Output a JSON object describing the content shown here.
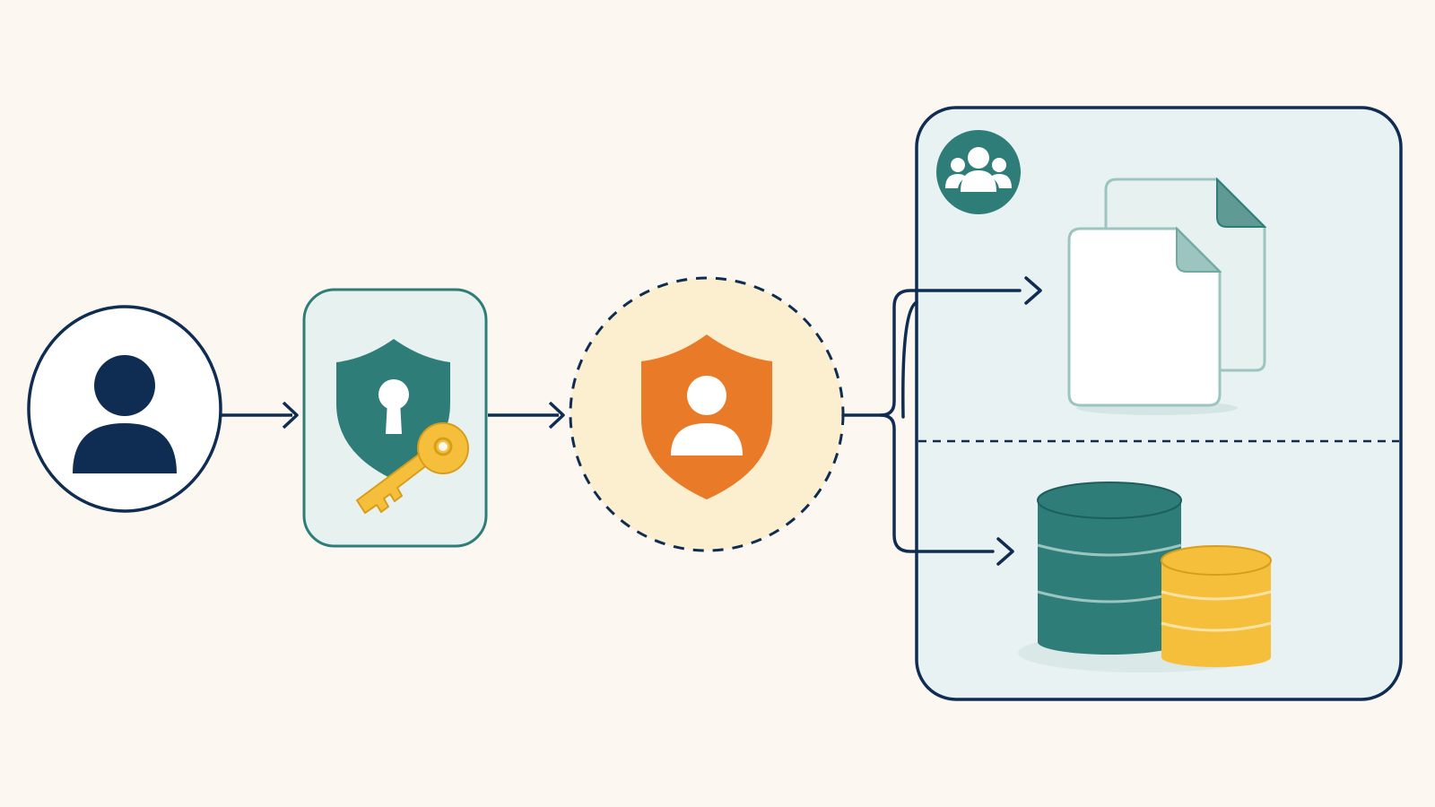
{
  "colors": {
    "background": "#fcf8f1",
    "navy": "#0f2d52",
    "teal": "#2e7d78",
    "teal_light_fill": "#e7f1f0",
    "teal_pale": "#9cc5bf",
    "orange": "#e97a27",
    "gold": "#f5bf3c",
    "gold_dark": "#d89e1a",
    "cream_circle": "#fcefd0",
    "panel_fill": "#e9f2f3",
    "white": "#ffffff"
  },
  "nodes": [
    {
      "id": "user",
      "icon": "user-icon"
    },
    {
      "id": "authentication",
      "icon": "shield-keyhole-icon",
      "secondary_icon": "key-icon"
    },
    {
      "id": "authorization",
      "icon": "shield-user-icon"
    },
    {
      "id": "protected-resources",
      "icon": "group-icon",
      "contents": [
        "documents-icon",
        "database-icon"
      ]
    }
  ],
  "edges": [
    {
      "from": "user",
      "to": "authentication"
    },
    {
      "from": "authentication",
      "to": "authorization"
    },
    {
      "from": "authorization",
      "to": "documents",
      "branch": "upper"
    },
    {
      "from": "authorization",
      "to": "database",
      "branch": "lower"
    }
  ]
}
